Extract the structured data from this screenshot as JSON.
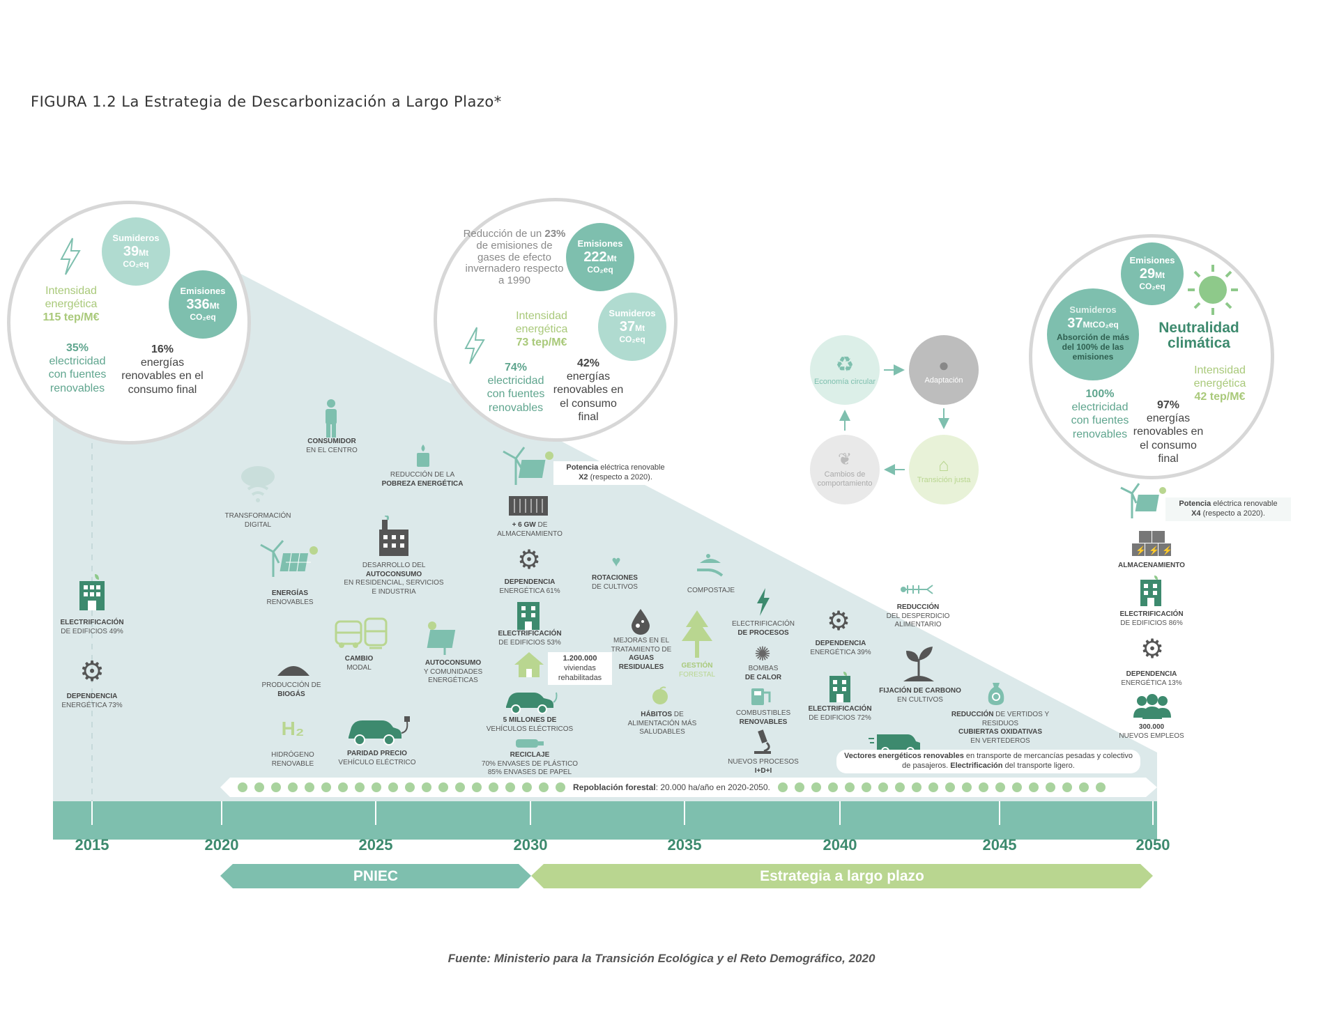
{
  "title": "FIGURA 1.2 La Estrategia de Descarbonización a Largo Plazo*",
  "source": "Fuente:  Ministerio para la Transición Ecológica y el Reto Demográfico, 2020",
  "colors": {
    "teal": "#7ebfae",
    "dark_green": "#3d8a6e",
    "light_green": "#b9d690",
    "bg_band": "#dce9ea",
    "grey": "#bdbdbd"
  },
  "circle_2015": {
    "sumideros": {
      "title": "Sumideros",
      "value": "39",
      "unit": "Mt",
      "co2": "CO₂eq"
    },
    "emisiones": {
      "title": "Emisiones",
      "value": "336",
      "unit": "Mt",
      "co2": "CO₂eq"
    },
    "intensidad": {
      "line1": "Intensidad",
      "line2": "energética",
      "value": "115 tep/M€"
    },
    "electricidad": {
      "value": "35%",
      "text": "electricidad con fuentes renovables"
    },
    "renovables": {
      "value": "16%",
      "text": "energías renovables en el consumo final"
    }
  },
  "circle_2030": {
    "reduccion": {
      "text_a": "Reducción",
      "text_b": "de un",
      "pct": "23%",
      "text_c": "de emisiones de gases de efecto invernadero respecto a 1990"
    },
    "emisiones": {
      "title": "Emisiones",
      "value": "222",
      "unit": "Mt",
      "co2": "CO₂eq"
    },
    "sumideros": {
      "title": "Sumideros",
      "value": "37",
      "unit": "Mt",
      "co2": "CO₂eq"
    },
    "intensidad": {
      "line1": "Intensidad",
      "line2": "energética",
      "value": "73 tep/M€"
    },
    "electricidad": {
      "value": "74%",
      "text": "electricidad con fuentes renovables"
    },
    "renovables": {
      "value": "42%",
      "text": "energías renovables en el consumo final"
    }
  },
  "circle_2050": {
    "emisiones": {
      "title": "Emisiones",
      "value": "29",
      "unit": "Mt",
      "co2": "CO₂eq"
    },
    "sumideros": {
      "title": "Sumideros",
      "value": "37",
      "unit": "MtCO₂eq",
      "extra": "Absorción de más del 100% de las emisiones"
    },
    "neutralidad": "Neutralidad climática",
    "intensidad": {
      "line1": "Intensidad",
      "line2": "energética",
      "value": "42 tep/M€"
    },
    "electricidad": {
      "value": "100%",
      "text": "electricidad con fuentes renovables"
    },
    "renovables": {
      "value": "97%",
      "text": "energías renovables en el consumo final"
    }
  },
  "cycle": {
    "economia": "Economía circular",
    "adaptacion": "Adaptación",
    "transicion": "Transición justa",
    "cambios": "Cambios de comportamiento"
  },
  "items": {
    "elec2015": {
      "b": "ELECTRIFICACIÓN",
      "n": "DE EDIFICIOS 49%"
    },
    "dep2015": {
      "b": "DEPENDENCIA",
      "n": "ENERGÉTICA 73%"
    },
    "transformacion": {
      "n": "TRANSFORMACIÓN DIGITAL"
    },
    "energias": {
      "b": "ENERGÍAS",
      "n": "RENOVABLES"
    },
    "biogas": {
      "n": "PRODUCCIÓN DE",
      "b": "BIOGÁS"
    },
    "hidrogeno": {
      "n": "HIDRÓGENO RENOVABLE"
    },
    "consumidor": {
      "b": "CONSUMIDOR",
      "n": "EN EL CENTRO"
    },
    "pobreza": {
      "n": "REDUCCIÓN DE LA",
      "b": "POBREZA ENERGÉTICA"
    },
    "autoconsumo_des": {
      "n1": "DESARROLLO DEL",
      "b": "AUTOCONSUMO",
      "n2": "EN RESIDENCIAL, SERVICIOS E INDUSTRIA"
    },
    "cambio_modal": {
      "b": "CAMBIO",
      "n": "MODAL"
    },
    "paridad": {
      "b": "PARIDAD PRECIO",
      "n": "VEHÍCULO ELÉCTRICO"
    },
    "autoconsumo_com": {
      "b": "AUTOCONSUMO",
      "n": "Y COMUNIDADES ENERGÉTICAS"
    },
    "potencia2030": {
      "b1": "Potencia",
      "n1": "eléctrica renovable",
      "b2": "X2",
      "n2": "(respecto a 2020)."
    },
    "almac2030": {
      "b": "+ 6 GW",
      "n": "DE ALMACENAMIENTO"
    },
    "dep2030": {
      "b": "DEPENDENCIA",
      "n": "ENERGÉTICA 61%"
    },
    "elec2030": {
      "b": "ELECTRIFICACIÓN",
      "n": "DE EDIFICIOS 53%"
    },
    "viviendas": {
      "b": "1.200.000",
      "n": "viviendas rehabilitadas"
    },
    "vehiculos": {
      "b": "5 MILLONES DE",
      "n": "VEHÍCULOS ELÉCTRICOS"
    },
    "reciclaje": {
      "b": "RECICLAJE",
      "n1": "70% ENVASES DE PLÁSTICO",
      "n2": "85% ENVASES DE PAPEL"
    },
    "rotaciones": {
      "b": "ROTACIONES",
      "n": "DE CULTIVOS"
    },
    "aguas": {
      "n": "MEJORAS EN EL TRATAMIENTO DE",
      "b": "AGUAS RESIDUALES"
    },
    "habitos": {
      "b": "HÁBITOS",
      "n": "DE ALIMENTACIÓN MÁS SALUDABLES"
    },
    "compostaje": {
      "b": "COMPOSTAJE"
    },
    "gestion": {
      "b": "GESTIÓN",
      "n": "FORESTAL"
    },
    "elec_proc": {
      "n": "ELECTRIFICACIÓN",
      "b": "DE PROCESOS"
    },
    "bombas": {
      "n": "BOMBAS",
      "b": "DE CALOR"
    },
    "combustibles": {
      "n": "COMBUSTIBLES",
      "b": "RENOVABLES"
    },
    "procesos": {
      "n": "NUEVOS PROCESOS",
      "b": "I+D+i"
    },
    "dep2040": {
      "b": "DEPENDENCIA",
      "n": "ENERGÉTICA 39%"
    },
    "elec2040": {
      "b": "ELECTRIFICACIÓN",
      "n": "DE EDIFICIOS 72%"
    },
    "desperdicio": {
      "b": "REDUCCIÓN",
      "n": "DEL DESPERDICIO ALIMENTARIO"
    },
    "fijacion": {
      "b": "FIJACIÓN DE CARBONO",
      "n": "EN CULTIVOS"
    },
    "vertidos": {
      "b": "REDUCCIÓN",
      "n": "DE VERTIDOS Y RESIDUOS",
      "b2": "CUBIERTAS OXIDATIVAS",
      "n2": "EN VERTEDEROS"
    },
    "vectores": {
      "b": "Vectores energéticos renovables",
      "n": "en transporte de mercancías pesadas y colectivo de pasajeros.",
      "b2": "Electrificación",
      "n2": "del transporte ligero."
    },
    "potencia2050": {
      "b1": "Potencia",
      "n1": "eléctrica renovable",
      "b2": "X4",
      "n2": "(respecto a 2020)."
    },
    "almac2050": {
      "b": "ALMACENAMIENTO"
    },
    "elec2050": {
      "b": "ELECTRIFICACIÓN",
      "n": "DE EDIFICIOS 86%"
    },
    "dep2050": {
      "b": "DEPENDENCIA",
      "n": "ENERGÉTICA 13%"
    },
    "empleos": {
      "b": "300.000",
      "n": "NUEVOS EMPLEOS"
    }
  },
  "repoblacion": {
    "b": "Repoblación forestal",
    "n": ": 20.000 ha/año en 2020-2050."
  },
  "timeline": {
    "years": [
      "2015",
      "2020",
      "2025",
      "2030",
      "2035",
      "2040",
      "2045",
      "2050"
    ]
  },
  "phases": {
    "pniec": "PNIEC",
    "largo": "Estrategia a largo plazo"
  }
}
